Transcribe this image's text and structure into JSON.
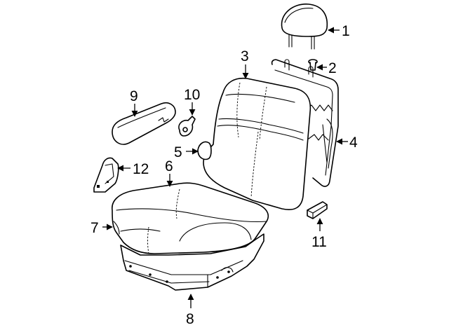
{
  "callouts": [
    {
      "id": "1",
      "label": "1"
    },
    {
      "id": "2",
      "label": "2"
    },
    {
      "id": "3",
      "label": "3"
    },
    {
      "id": "4",
      "label": "4"
    },
    {
      "id": "5",
      "label": "5"
    },
    {
      "id": "6",
      "label": "6"
    },
    {
      "id": "7",
      "label": "7"
    },
    {
      "id": "8",
      "label": "8"
    },
    {
      "id": "9",
      "label": "9"
    },
    {
      "id": "10",
      "label": "10"
    },
    {
      "id": "11",
      "label": "11"
    },
    {
      "id": "12",
      "label": "12"
    }
  ],
  "colors": {
    "line": "#000000",
    "fill": "#ffffff"
  }
}
